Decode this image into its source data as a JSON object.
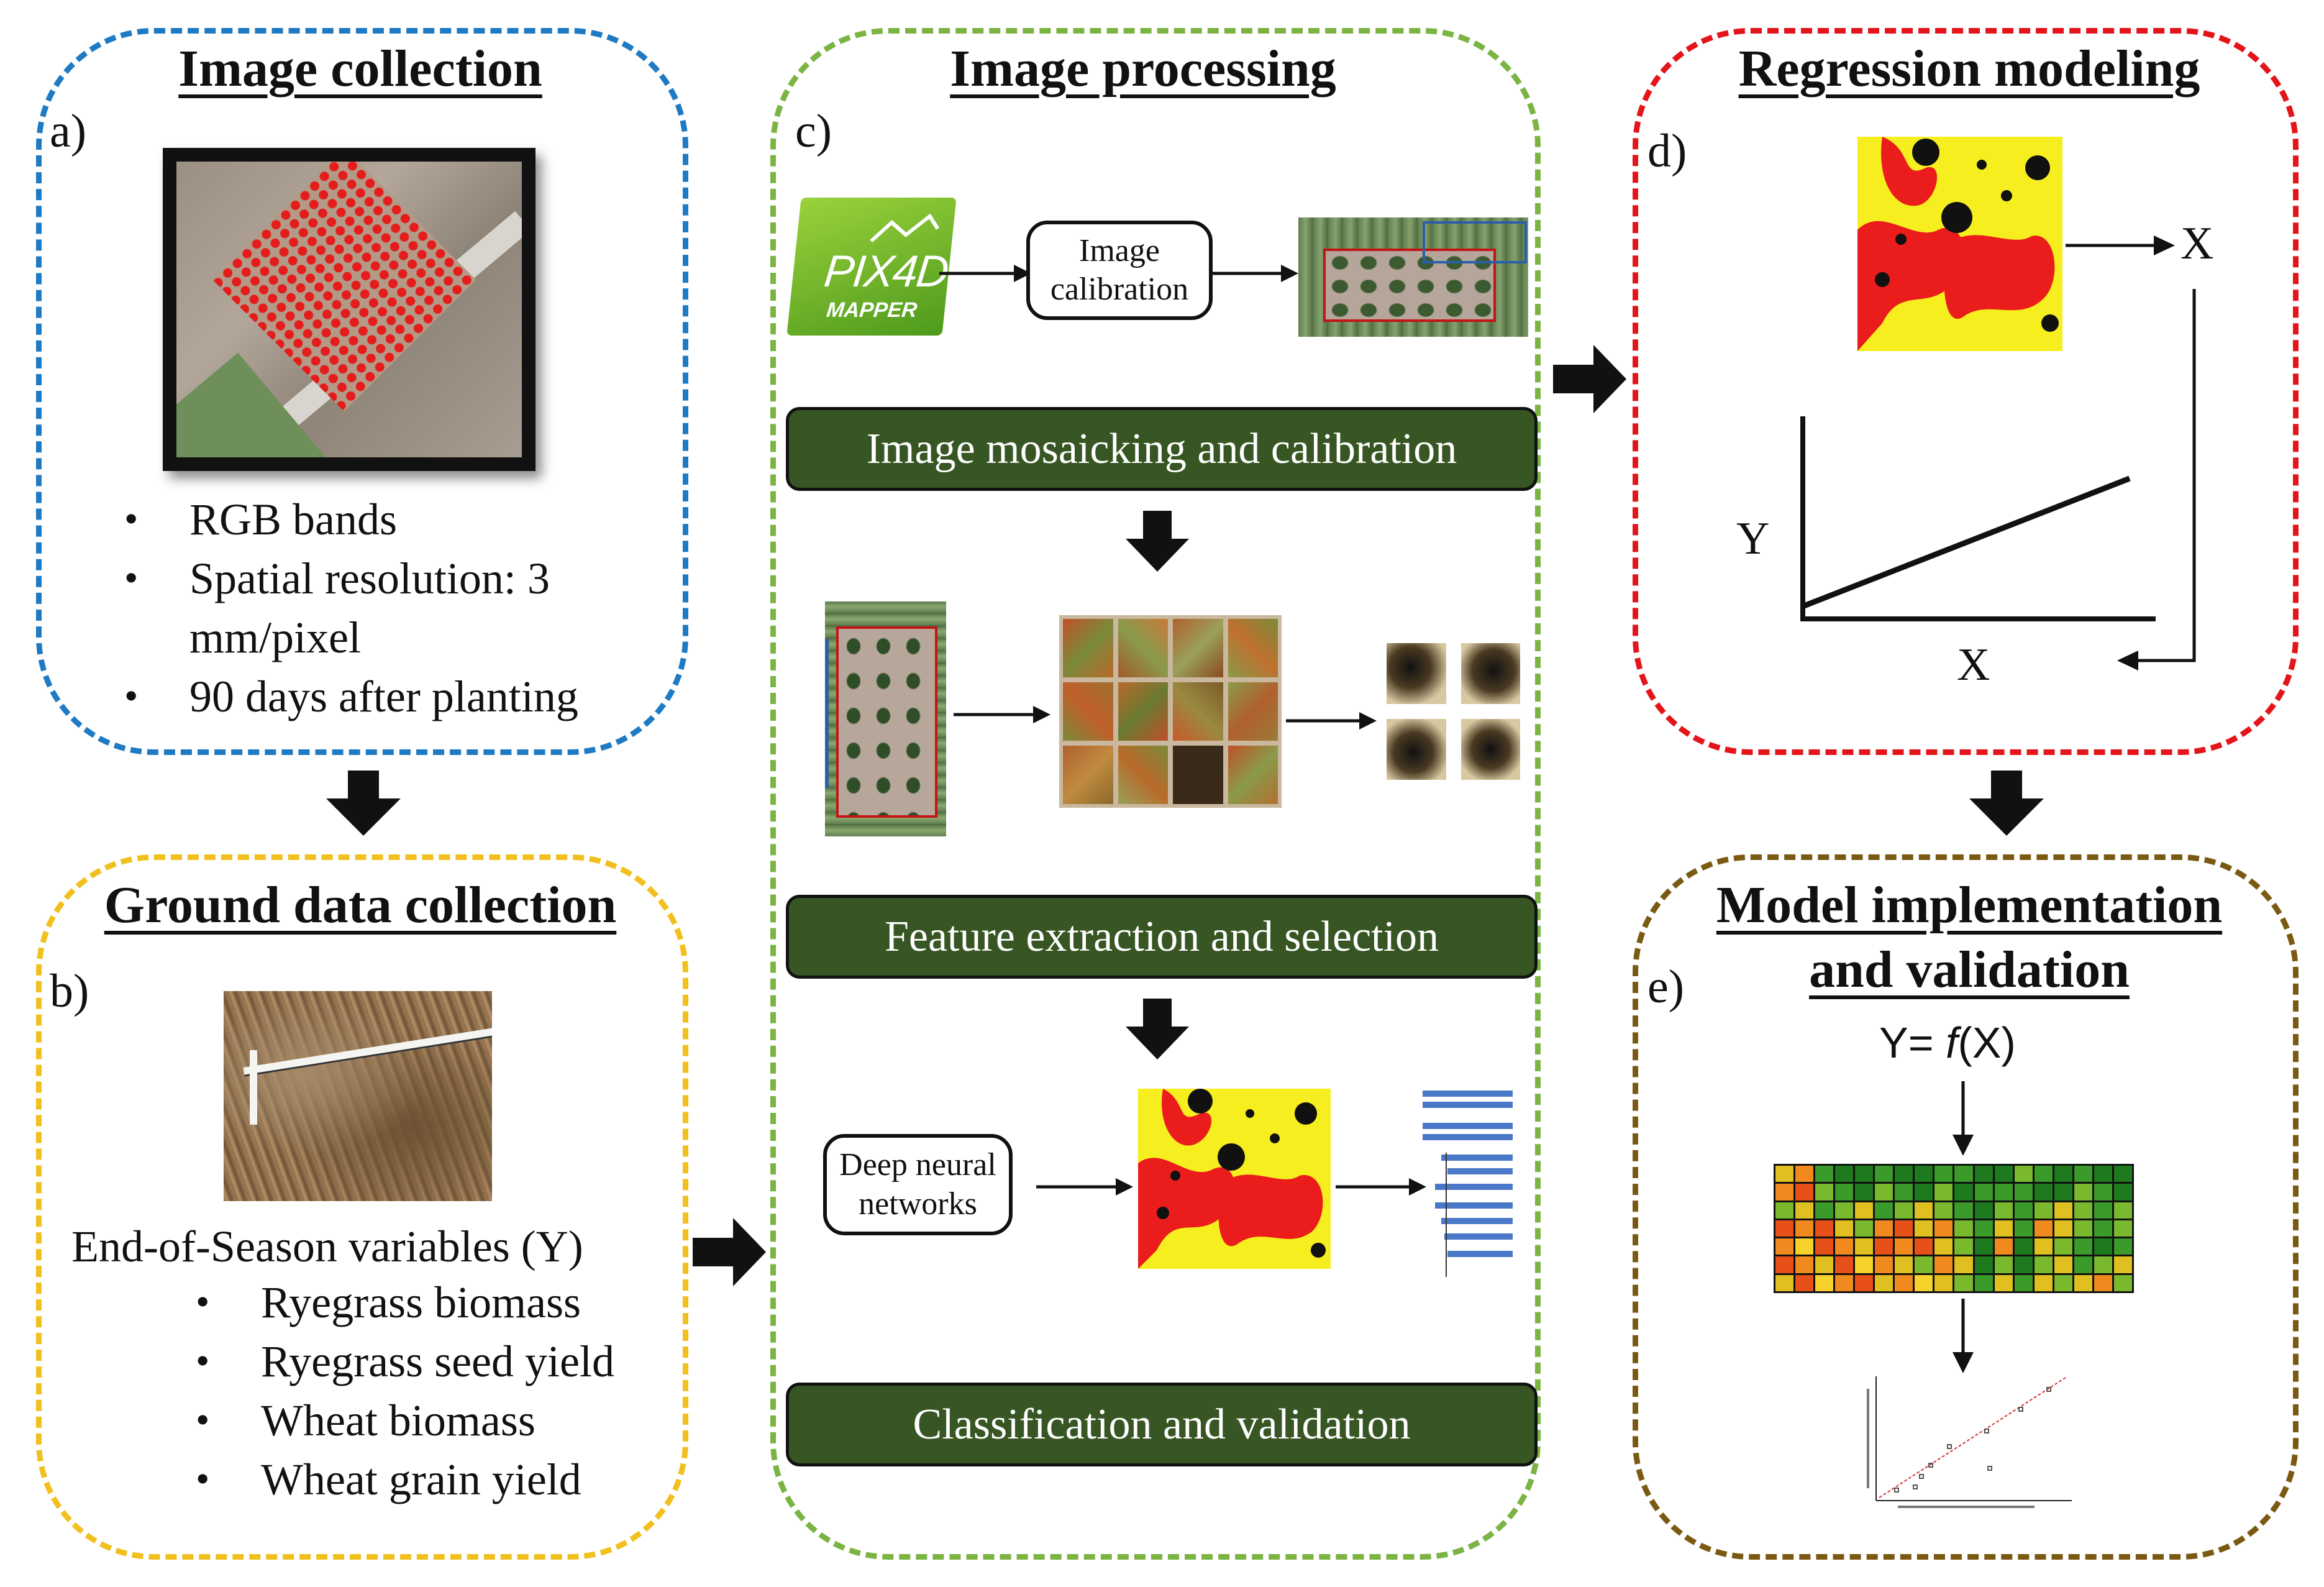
{
  "panels": {
    "a": {
      "title": "Image collection",
      "label": "a)",
      "bullets": [
        "RGB bands",
        "Spatial resolution: 3",
        "mm/pixel",
        "90 days after planting"
      ]
    },
    "b": {
      "title": "Ground data collection",
      "label": "b)",
      "heading": "End-of-Season variables (Y)",
      "bullets": [
        "Ryegrass biomass",
        "Ryegrass seed yield",
        "Wheat biomass",
        "Wheat grain yield"
      ]
    },
    "c": {
      "title": "Image processing",
      "label": "c)",
      "pix4d_logo": "PIX4D",
      "pix4d_sub": "MAPPER",
      "calib_box": [
        "Image",
        "calibration"
      ],
      "step1": "Image mosaicking and calibration",
      "step2": "Feature extraction and selection",
      "dnn_box": [
        "Deep neural",
        "networks"
      ],
      "step3": "Classification and validation"
    },
    "d": {
      "title": "Regression modeling",
      "label": "d)",
      "x_label": "X",
      "y_label": "Y",
      "x_axis_label": "X"
    },
    "e": {
      "title_line1": "Model implementation",
      "title_line2": "and validation",
      "label": "e)",
      "formula_left": "Y= ",
      "formula_f": "f",
      "formula_right": "(X)"
    }
  },
  "colors": {
    "panel_a": "#1f7ac4",
    "panel_b": "#f2c01e",
    "panel_c": "#7bb443",
    "panel_d": "#e3151b",
    "panel_e": "#7a5a12",
    "step_bar": "#375623"
  }
}
